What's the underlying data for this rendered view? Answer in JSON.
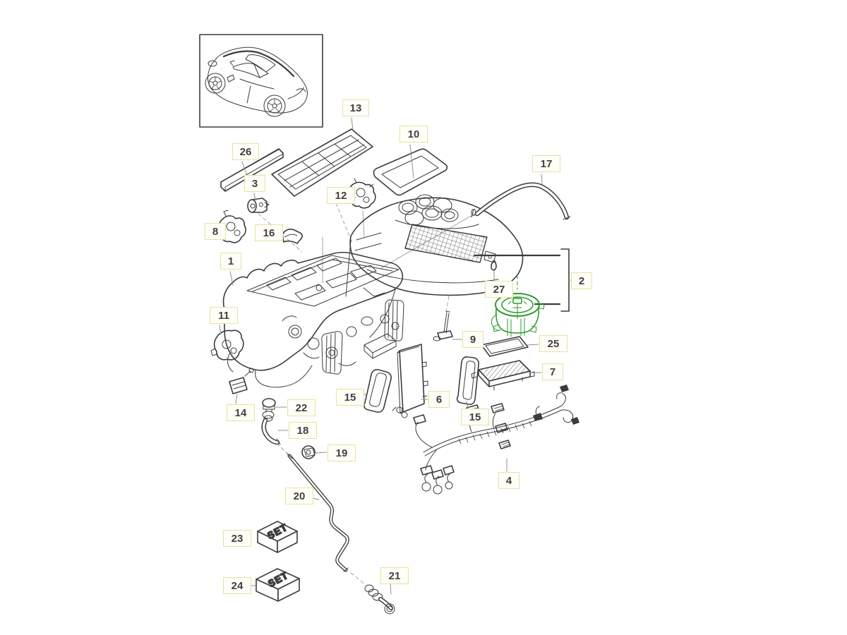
{
  "diagram_type": "exploded-parts-diagram",
  "colors": {
    "background": "#ffffff",
    "line": "#3c3c3c",
    "leader": "#8f8f8f",
    "highlight": "#2f9b2f",
    "label_border": "#e9e0a0",
    "label_bg": "#fffef8",
    "label_text": "#3f3f3f"
  },
  "vehicle_inset": {
    "icon": "car-thumbnail-line-art"
  },
  "highlighted_part": {
    "callout_group": "2",
    "color": "#2f9b2f"
  },
  "set_boxes": [
    {
      "label": "SET"
    },
    {
      "label": "SET"
    }
  ],
  "callouts": [
    {
      "num": "26"
    },
    {
      "num": "13"
    },
    {
      "num": "3"
    },
    {
      "num": "10"
    },
    {
      "num": "12"
    },
    {
      "num": "17"
    },
    {
      "num": "8"
    },
    {
      "num": "16"
    },
    {
      "num": "1"
    },
    {
      "num": "2"
    },
    {
      "num": "27"
    },
    {
      "num": "11"
    },
    {
      "num": "9"
    },
    {
      "num": "25"
    },
    {
      "num": "7"
    },
    {
      "num": "6"
    },
    {
      "num": "15"
    },
    {
      "num": "15"
    },
    {
      "num": "14"
    },
    {
      "num": "22"
    },
    {
      "num": "18"
    },
    {
      "num": "19"
    },
    {
      "num": "20"
    },
    {
      "num": "4"
    },
    {
      "num": "23"
    },
    {
      "num": "24"
    },
    {
      "num": "21"
    }
  ]
}
